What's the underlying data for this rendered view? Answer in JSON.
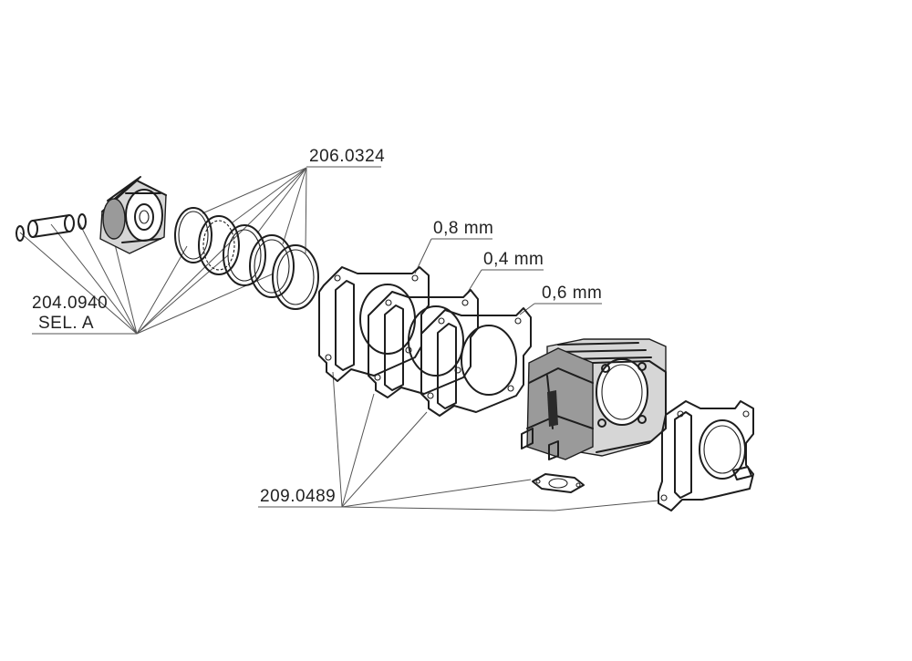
{
  "labels": {
    "piston_rings": "206.0324",
    "piston_pin": "204.0940",
    "piston_sel": "SEL. A",
    "gasket_08": "0,8 mm",
    "gasket_04": "0,4 mm",
    "gasket_06": "0,6 mm",
    "gasket_set": "209.0489"
  },
  "colors": {
    "ink": "#1e1e1e",
    "background": "#ffffff"
  }
}
